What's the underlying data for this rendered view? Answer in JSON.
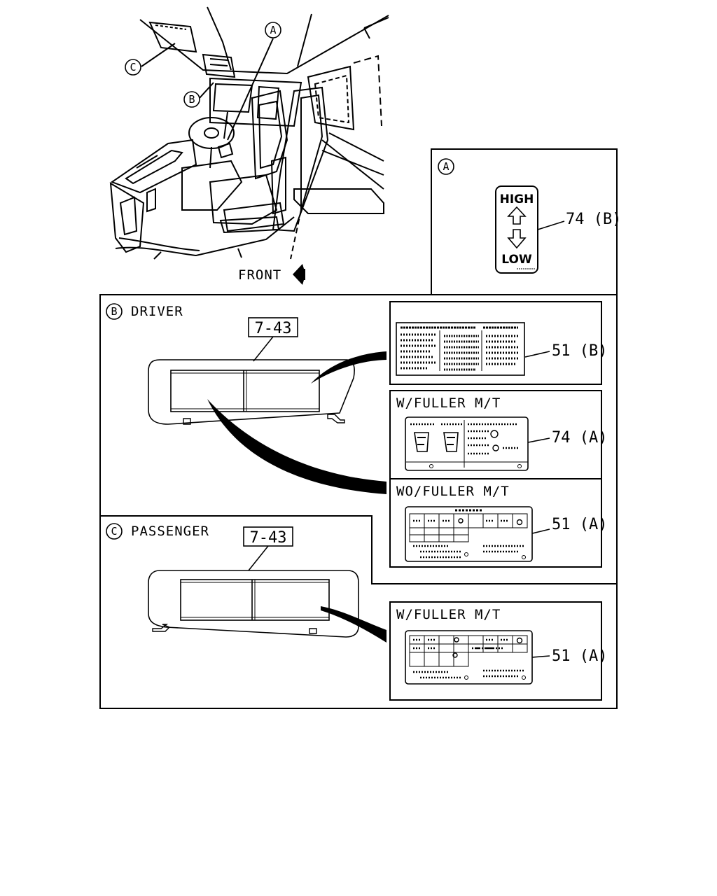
{
  "callouts": {
    "a": "A",
    "b": "B",
    "c": "C"
  },
  "front_label": "FRONT",
  "panel_a": {
    "letter": "A",
    "label_high": "HIGH",
    "label_low": "LOW",
    "part_ref": "74 (B)"
  },
  "panel_b": {
    "letter": "B",
    "title": "DRIVER",
    "ref_box": "7-43",
    "label_top_ref": "51 (B)",
    "w_fuller_title": "W/FULLER M/T",
    "w_fuller_ref": "74 (A)",
    "wo_fuller_title": "WO/FULLER M/T",
    "wo_fuller_ref": "51 (A)"
  },
  "panel_c": {
    "letter": "C",
    "title": "PASSENGER",
    "ref_box": "7-43",
    "w_fuller_title": "W/FULLER M/T",
    "w_fuller_ref": "51 (A)"
  }
}
